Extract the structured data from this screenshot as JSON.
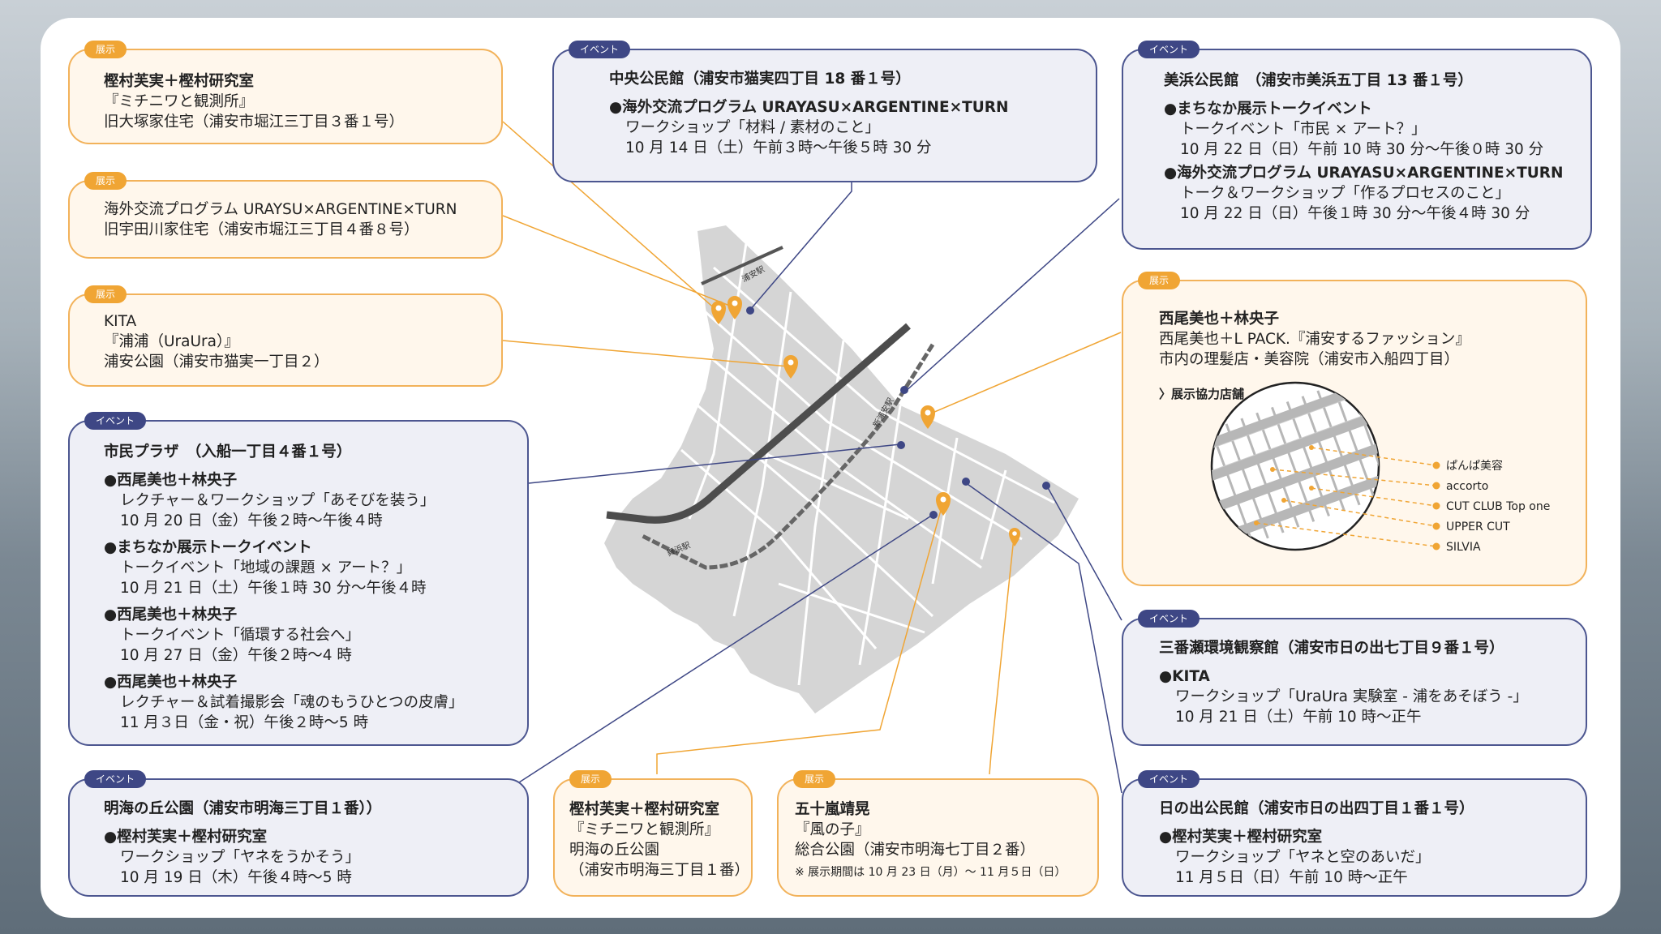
{
  "colors": {
    "exhibit_accent": "#f0a534",
    "event_accent": "#3e4785",
    "exhibit_bg": "#fff7ec",
    "event_bg": "#eeeff6",
    "land": "#d5d5d5",
    "road": "#ffffff",
    "rail": "#555555"
  },
  "tags": {
    "exhibit": "展示",
    "event": "イベント"
  },
  "map": {
    "stations": [
      "浦安駅",
      "新浦安駅",
      "舞浜駅"
    ]
  },
  "boxes": {
    "b1": {
      "lines": [
        "樫村芙実＋樫村研究室",
        "『ミチニワと観測所』",
        "旧大塚家住宅（浦安市堀江三丁目３番１号）"
      ]
    },
    "b2": {
      "lines": [
        "海外交流プログラム URAYSU×ARGENTINE×TURN",
        "旧宇田川家住宅（浦安市堀江三丁目４番８号）"
      ]
    },
    "b3": {
      "lines": [
        "KITA",
        "『浦浦（UraUra）』",
        "浦安公園（浦安市猫実一丁目２）"
      ]
    },
    "b4": {
      "title": "市民プラザ　（入船一丁目４番１号）",
      "events": [
        {
          "head": "●西尾美也＋林央子",
          "lines": [
            "レクチャー＆ワークショップ「あそびを装う」",
            "10 月 20 日（金）午後２時〜午後４時"
          ]
        },
        {
          "head": "●まちなか展示トークイベント",
          "lines": [
            "トークイベント「地域の課題 × アート？」",
            "10 月 21 日（土）午後１時 30 分〜午後４時"
          ]
        },
        {
          "head": "●西尾美也＋林央子",
          "lines": [
            "トークイベント「循環する社会へ」",
            "10 月 27 日（金）午後２時〜4 時"
          ]
        },
        {
          "head": "●西尾美也＋林央子",
          "lines": [
            "レクチャー＆試着撮影会「魂のもうひとつの皮膚」",
            "11 月３日（金・祝）午後２時〜5 時"
          ]
        }
      ]
    },
    "b5": {
      "title": "明海の丘公園（浦安市明海三丁目１番））",
      "events": [
        {
          "head": "●樫村芙実＋樫村研究室",
          "lines": [
            "ワークショップ「ヤネをうかそう」",
            "10 月 19 日（木）午後４時〜5 時"
          ]
        }
      ]
    },
    "b6": {
      "title": "中央公民館（浦安市猫実四丁目 18 番１号）",
      "events": [
        {
          "head": "●海外交流プログラム URAYASU×ARGENTINE×TURN",
          "lines": [
            "ワークショップ「材料 / 素材のこと」",
            "10 月 14 日（土）午前３時〜午後５時 30 分"
          ]
        }
      ]
    },
    "b7": {
      "lines": [
        "樫村芙実＋樫村研究室",
        "『ミチニワと観測所』",
        "明海の丘公園",
        "（浦安市明海三丁目１番）"
      ]
    },
    "b8": {
      "lines": [
        "五十嵐靖晃",
        "『風の子』",
        "総合公園（浦安市明海七丁目２番）"
      ],
      "note": "※ 展示期間は 10 月 23 日（月）〜 11 月５日（日）"
    },
    "b9": {
      "title": "美浜公民館　（浦安市美浜五丁目 13 番１号）",
      "events": [
        {
          "head": "●まちなか展示トークイベント",
          "lines": [
            "トークイベント「市民 × アート？」",
            "10 月 22 日（日）午前 10 時 30 分〜午後０時 30 分"
          ]
        },
        {
          "head": "●海外交流プログラム URAYASU×ARGENTINE×TURN",
          "lines": [
            "トーク＆ワークショップ「作るプロセスのこと」",
            "10 月 22 日（日）午後１時 30 分〜午後４時 30 分"
          ]
        }
      ]
    },
    "b10": {
      "lines": [
        "西尾美也＋林央子",
        "西尾美也＋L PACK.『浦安するファッション』",
        "市内の理髪店・美容院（浦安市入船四丁目）"
      ],
      "subhead": "〉展示協力店舗",
      "stores": [
        "ぱんぱ美容",
        "accorto",
        "CUT CLUB Top one",
        "UPPER CUT",
        "SILVIA"
      ]
    },
    "b11": {
      "title": "三番瀬環境観察館（浦安市日の出七丁目９番１号）",
      "events": [
        {
          "head": "●KITA",
          "lines": [
            "ワークショップ「UraUra 実験室 - 浦をあそぼう -」",
            "10 月 21 日（土）午前 10 時〜正午"
          ]
        }
      ]
    },
    "b12": {
      "title": "日の出公民館（浦安市日の出四丁目１番１号）",
      "events": [
        {
          "head": "●樫村芙実＋樫村研究室",
          "lines": [
            "ワークショップ「ヤネと空のあいだ」",
            "11 月５日（日）午前 10 時〜正午"
          ]
        }
      ]
    }
  }
}
